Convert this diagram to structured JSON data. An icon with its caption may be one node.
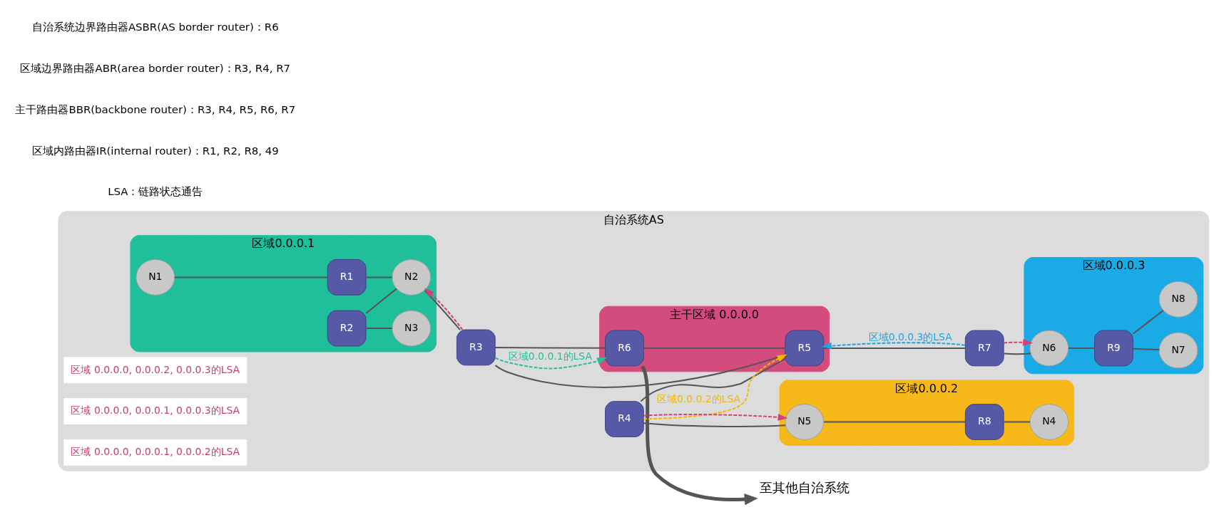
{
  "diagram": {
    "nodes": [
      {
        "text": [
          "至其他自治系统"
        ]
      },
      {
        "text": [
          "自治系统AS"
        ]
      },
      {
        "text": [
          "区域0.0.0.1"
        ],
        "in": 1
      },
      {
        "text": [
          "R1"
        ],
        "in": 2
      },
      {
        "text": [
          "N1"
        ],
        "in": 2
      },
      {
        "text": [
          "N2"
        ],
        "in": 2
      },
      {
        "text": [
          "R2"
        ],
        "in": 2
      },
      {
        "text": [
          "N3"
        ],
        "in": 2
      },
      {
        "text": [
          "主干区域 0.0.0.0"
        ],
        "in": 1
      },
      {
        "text": [
          "R6"
        ],
        "in": 8
      },
      {
        "text": [
          "R5"
        ],
        "in": 8
      },
      {
        "text": [
          "R3"
        ],
        "in": 1
      },
      {
        "text": [
          "R4"
        ],
        "in": 1
      },
      {
        "text": [
          "R7"
        ],
        "in": 1
      },
      {
        "text": [
          "区域0.0.0.2"
        ],
        "in": 1
      },
      {
        "text": [
          "N5"
        ],
        "in": 14
      },
      {
        "text": [
          "N4"
        ],
        "in": 14
      },
      {
        "text": [
          "R8"
        ],
        "in": 14
      },
      {
        "text": [
          "区域0.0.0.3"
        ],
        "in": 1
      },
      {
        "text": [
          "N6"
        ],
        "in": 18
      },
      {
        "text": [
          "N7"
        ],
        "in": 18
      },
      {
        "text": [
          "R9"
        ],
        "in": 18
      },
      {
        "text": [
          "N8"
        ],
        "in": 18
      },
      {
        "text": [
          "区域 0.0.0.0, 0.0.0.2, 0.0.0.3的LSA"
        ],
        "in": 1
      },
      {
        "text": [
          "区域 0.0.0.0, 0.0.0.1, 0.0.0.3的LSA"
        ],
        "in": 1
      },
      {
        "text": [
          "区域 0.0.0.0, 0.0.0.1, 0.0.0.2的LSA"
        ],
        "in": 1
      }
    ],
    "edges": [
      {
        "from": 4,
        "to": 3,
        "arrow": "none"
      },
      {
        "from": 3,
        "to": 5,
        "arrow": "none"
      },
      {
        "from": 5,
        "to": 11,
        "arrow": "none"
      },
      {
        "from": 6,
        "to": 5,
        "arrow": "none"
      },
      {
        "from": 6,
        "to": 7,
        "arrow": "none"
      },
      {
        "from": 11,
        "to": 9,
        "arrow": "none"
      },
      {
        "from": 11,
        "to": 10,
        "arrow": "none"
      },
      {
        "from": 9,
        "to": 10,
        "arrow": "none"
      },
      {
        "from": 9,
        "to": 0,
        "arrow": "to",
        "style": "thick"
      },
      {
        "from": 12,
        "to": 10,
        "arrow": "none"
      },
      {
        "from": 10,
        "to": 13,
        "arrow": "none"
      },
      {
        "from": 12,
        "to": 15,
        "arrow": "none"
      },
      {
        "from": 15,
        "to": 17,
        "arrow": "none"
      },
      {
        "from": 17,
        "to": 16,
        "arrow": "none"
      },
      {
        "from": 13,
        "to": 19,
        "arrow": "none"
      },
      {
        "from": 19,
        "to": 21,
        "arrow": "none"
      },
      {
        "from": 21,
        "to": 20,
        "arrow": "none"
      },
      {
        "from": 21,
        "to": 22,
        "arrow": "none"
      },
      {
        "from": 11,
        "to": 9,
        "arrow": "to",
        "label": "区域0.0.0.1的LSA",
        "style": "dashed",
        "color": "#26c09c"
      },
      {
        "from": 11,
        "to": 5,
        "arrow": "to",
        "style": "dashed",
        "color": "#d6407a"
      },
      {
        "from": 12,
        "to": 10,
        "arrow": "to",
        "label": "区域0.0.0.2的LSA",
        "style": "dashed",
        "color": "#f5b800"
      },
      {
        "from": 13,
        "to": 10,
        "arrow": "to",
        "label": "区域0.0.0.3的LSA",
        "style": "dashed",
        "color": "#1aa7e0"
      },
      {
        "from": 12,
        "to": 15,
        "arrow": "to",
        "style": "dashed",
        "color": "#d6407a"
      },
      {
        "from": 13,
        "to": 19,
        "arrow": "to",
        "style": "dashed",
        "color": "#d6407a"
      }
    ],
    "labels": [
      "LSA：链路状态通告",
      "区域内路由器IR(internal router)：R1, R2, R8, 49",
      "主干路由器BBR(backbone router)：R3, R4, R5, R6, R7",
      "区域边界路由器ABR(area border router)：R3, R4, R7",
      "自治系统边界路由器ASBR(AS border router)：R6"
    ]
  }
}
